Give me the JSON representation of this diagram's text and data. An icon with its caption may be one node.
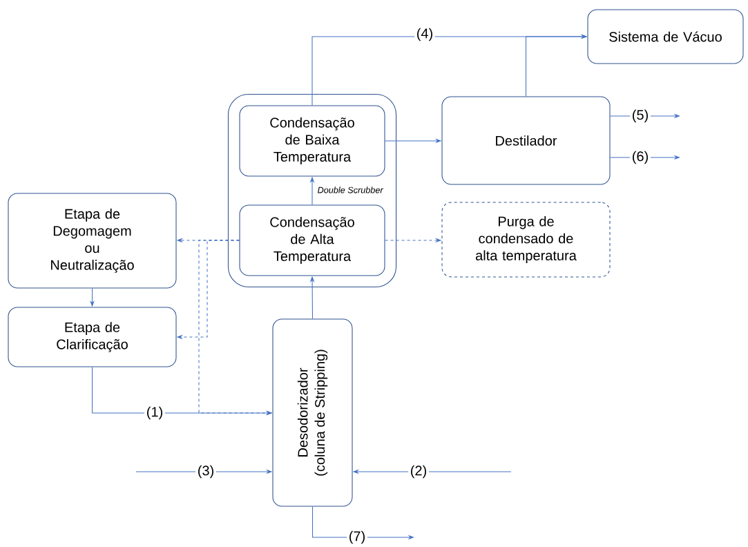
{
  "diagram": {
    "nodes": [
      {
        "text": [
          "Double Scrubber"
        ]
      },
      {
        "text": [
          "Condensação de Baixa Temperatura"
        ],
        "in": 0
      },
      {
        "text": [
          "Condensação de Alta Temperatura"
        ],
        "in": 0
      },
      {
        "text": [
          "Sistema de Vácuo"
        ]
      },
      {
        "text": [
          "Destilador"
        ]
      },
      {
        "text": [
          "Etapa de Degomagem ou Neutralização"
        ]
      },
      {
        "text": [
          "Purga de condensado de alta temperatura"
        ]
      },
      {
        "text": [
          "Etapa de Clarificação"
        ]
      },
      {
        "text": [
          "Desodorizador (coluna de Stripping)"
        ]
      }
    ],
    "edges": [
      {
        "from": 1,
        "to": 3,
        "arrow": "to",
        "label": "(4)"
      },
      {
        "from": 4,
        "to": 3,
        "arrow": "to"
      },
      {
        "from": 1,
        "to": 4,
        "arrow": "to"
      },
      {
        "from": 4,
        "to": null,
        "arrow": "to",
        "label": "(5)"
      },
      {
        "from": 4,
        "to": null,
        "arrow": "to",
        "label": "(6)"
      },
      {
        "from": 2,
        "to": 1,
        "arrow": "to"
      },
      {
        "from": 8,
        "to": 2,
        "arrow": "to"
      },
      {
        "from": 2,
        "to": 6,
        "arrow": "to",
        "style": "dashed"
      },
      {
        "from": 2,
        "to": 5,
        "arrow": "to",
        "style": "dashed"
      },
      {
        "from": 2,
        "to": 7,
        "arrow": "to",
        "style": "dashed"
      },
      {
        "from": 2,
        "to": 8,
        "arrow": "to",
        "style": "dashed"
      },
      {
        "from": 5,
        "to": 7,
        "arrow": "to"
      },
      {
        "from": 7,
        "to": 8,
        "arrow": "to",
        "label": "(1)"
      },
      {
        "from": null,
        "to": 8,
        "arrow": "to",
        "label": "(3)"
      },
      {
        "from": null,
        "to": 8,
        "arrow": "to",
        "label": "(2)"
      },
      {
        "from": 8,
        "to": null,
        "arrow": "to",
        "label": "(7)"
      }
    ]
  }
}
